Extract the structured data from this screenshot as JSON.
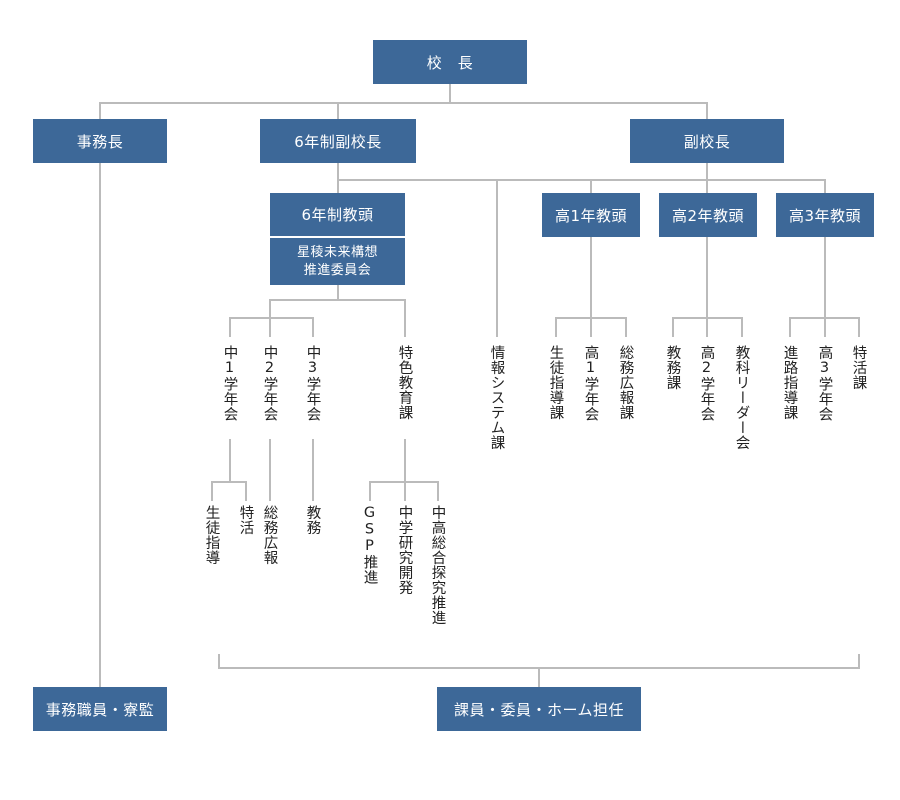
{
  "principal": "校　長",
  "jimucho": "事務長",
  "fuku6": "6年制副校長",
  "fuku": "副校長",
  "kyoto6": "6年制教頭",
  "seiryo_line1": "星稜未来構想",
  "seiryo_line2": "推進委員会",
  "k1": "高1年教頭",
  "k2": "高2年教頭",
  "k3": "高3年教頭",
  "chu1": "中1学年会",
  "chu2": "中2学年会",
  "chu3": "中3学年会",
  "tokushoku": "特色教育課",
  "joho": "情報システム課",
  "k1_c1": "生徒指導課",
  "k1_c2": "高1学年会",
  "k1_c3": "総務広報課",
  "k2_c1": "教務課",
  "k2_c2": "高2学年会",
  "k2_c3": "教科リーダー会",
  "k3_c1": "進路指導課",
  "k3_c2": "高3学年会",
  "k3_c3": "特活課",
  "chu1_c1": "生徒指導",
  "chu1_c2": "特活",
  "chu2_c1": "総務広報",
  "chu3_c1": "教務",
  "tok_c1": "GSP推進",
  "tok_c2": "中学研究開発",
  "tok_c3": "中高総合探究推進",
  "staff": "事務職員・寮監",
  "teachers": "課員・委員・ホーム担任",
  "colors": {
    "box": "#3d6898",
    "line": "#bbbbbb",
    "text": "#222222"
  }
}
